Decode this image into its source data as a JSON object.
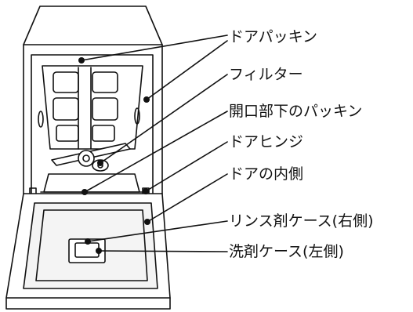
{
  "callouts": [
    {
      "id": "door-gasket",
      "label": "ドアパッキン"
    },
    {
      "id": "filter",
      "label": "フィルター"
    },
    {
      "id": "opening-lower-gasket",
      "label": "開口部下のパッキン"
    },
    {
      "id": "door-hinge",
      "label": "ドアヒンジ"
    },
    {
      "id": "door-inner-side",
      "label": "ドアの内側"
    },
    {
      "id": "rinse-aid-case",
      "label": "リンス剤ケース(右側)"
    },
    {
      "id": "detergent-case",
      "label": "洗剤ケース(左側)"
    }
  ],
  "colors": {
    "line": "#111111",
    "panel_fill": "#ffffff",
    "inner_fill": "#f4f4f4"
  }
}
